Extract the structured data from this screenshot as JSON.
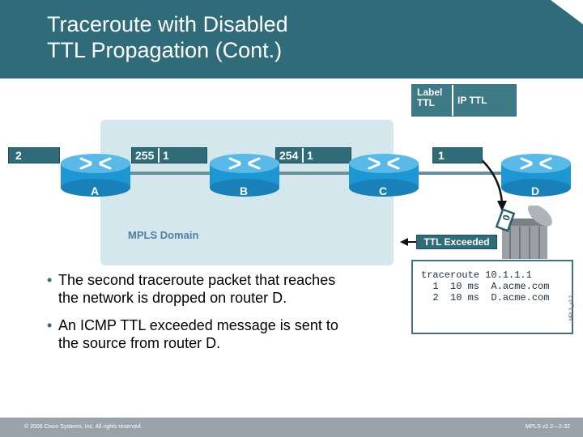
{
  "title": {
    "line1": "Traceroute with Disabled",
    "line2": "TTL Propagation (Cont.)"
  },
  "legend": {
    "label_text": "Label TTL",
    "ip_ttl_text": "IP TTL"
  },
  "packets": {
    "src_ip_ttl": "2",
    "ab_label_ttl": "255",
    "ab_ip_ttl": "1",
    "bc_label_ttl": "254",
    "bc_ip_ttl": "1",
    "cd_ip_ttl": "1",
    "dropped_ttl": "0"
  },
  "routers": [
    {
      "letter": "A"
    },
    {
      "letter": "B"
    },
    {
      "letter": "C"
    },
    {
      "letter": "D"
    }
  ],
  "domain_label": "MPLS Domain",
  "ttl_exceeded_label": "TTL Exceeded",
  "console": {
    "line1": "traceroute 10.1.1.1",
    "line2": "  1  10 ms  A.acme.com",
    "line3": "  2  10 ms  D.acme.com"
  },
  "side_code": "MPLS_v2.2",
  "bullets": [
    "The second traceroute packet that reaches the network is dropped on router D.",
    "An ICMP TTL exceeded message is sent to the source from router D."
  ],
  "footer": {
    "copyright": "© 2006 Cisco Systems, Inc. All rights reserved.",
    "course_code": "MPLS v2.2—2-32"
  },
  "colors": {
    "header": "#2f6b78",
    "domain": "#d3e7ec",
    "router": "#1d96d4",
    "footer": "#9aa3ab"
  }
}
